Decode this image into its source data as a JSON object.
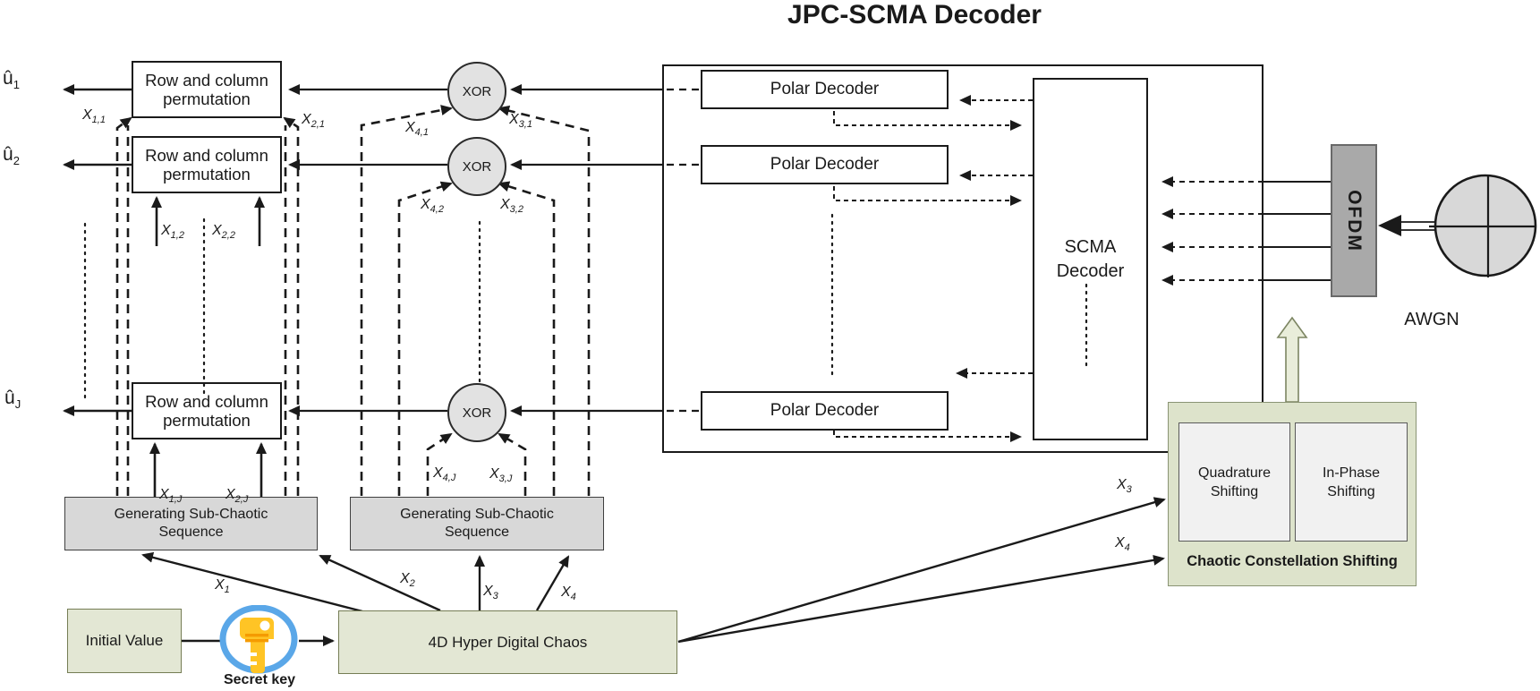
{
  "title": "JPC-SCMA Decoder",
  "outputs": [
    {
      "id": "u1",
      "base": "û",
      "sub": "1"
    },
    {
      "id": "u2",
      "base": "û",
      "sub": "2"
    },
    {
      "id": "uJ",
      "base": "û",
      "sub": "J"
    }
  ],
  "signal_labels": [
    {
      "id": "x11",
      "base": "X",
      "sub": "1,1"
    },
    {
      "id": "x21",
      "base": "X",
      "sub": "2,1"
    },
    {
      "id": "x41",
      "base": "X",
      "sub": "4,1"
    },
    {
      "id": "x31",
      "base": "X",
      "sub": "3,1"
    },
    {
      "id": "x12",
      "base": "X",
      "sub": "1,2"
    },
    {
      "id": "x22",
      "base": "X",
      "sub": "2,2"
    },
    {
      "id": "x42",
      "base": "X",
      "sub": "4,2"
    },
    {
      "id": "x32",
      "base": "X",
      "sub": "3,2"
    },
    {
      "id": "x1J",
      "base": "X",
      "sub": "1,J"
    },
    {
      "id": "x2J",
      "base": "X",
      "sub": "2,J"
    },
    {
      "id": "x4J",
      "base": "X",
      "sub": "4,J"
    },
    {
      "id": "x3J",
      "base": "X",
      "sub": "3,J"
    },
    {
      "id": "x1",
      "base": "X",
      "sub": "1"
    },
    {
      "id": "x2",
      "base": "X",
      "sub": "2"
    },
    {
      "id": "x3",
      "base": "X",
      "sub": "3"
    },
    {
      "id": "x4",
      "base": "X",
      "sub": "4"
    },
    {
      "id": "x3r",
      "base": "X",
      "sub": "3"
    },
    {
      "id": "x4r",
      "base": "X",
      "sub": "4"
    }
  ],
  "blocks": {
    "permutation": {
      "line1": "Row and column",
      "line2": "permutation"
    },
    "xor": "XOR",
    "polar": "Polar Decoder",
    "scma": {
      "line1": "SCMA",
      "line2": "Decoder"
    },
    "ofdm": "OFDM",
    "awgn": "AWGN",
    "quadrature": {
      "line1": "Quadrature",
      "line2": "Shifting"
    },
    "inphase": {
      "line1": "In-Phase",
      "line2": "Shifting"
    },
    "chaotic_label": "Chaotic Constellation Shifting",
    "generating": {
      "line1": "Generating Sub-Chaotic",
      "line2": "Sequence"
    },
    "initial_value": "Initial Value",
    "secret_key": "Secret key",
    "hyper_chaos": "4D Hyper Digital Chaos"
  },
  "colors": {
    "line": "#1a1a1a",
    "olive_fill": "#e3e7d4",
    "olive_border": "#757d55",
    "panel_fill": "#dde3cb",
    "panel_border": "#8a9474",
    "gray_fill": "#d8d8d8",
    "ofdm_fill": "#a9a9a9",
    "inner_fill": "#f1f1f1",
    "xor_fill": "#e2e2e2",
    "key_gold": "#ffc425",
    "key_accent": "#f59b00",
    "key_ring": "#5aa7e8",
    "arrow_up_fill": "#e9edda"
  }
}
